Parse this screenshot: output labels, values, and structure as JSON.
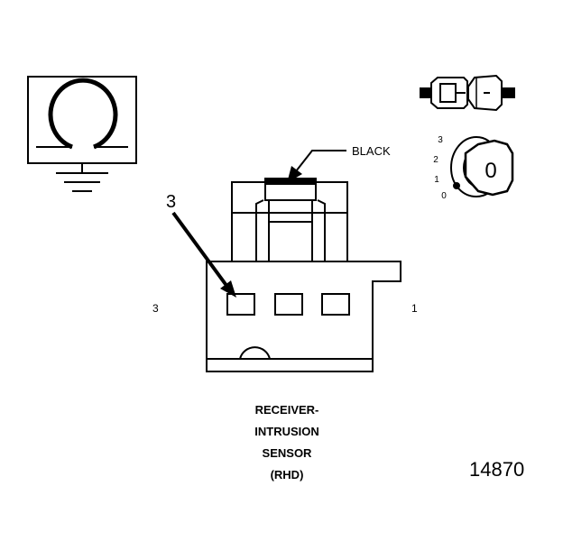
{
  "connector": {
    "wire_color_label": "BLACK",
    "callout_number": "3",
    "pin_left_label": "3",
    "pin_right_label": "1"
  },
  "key_icon": {
    "positions": [
      "3",
      "2",
      "1",
      "0"
    ],
    "key_text": "0"
  },
  "caption": {
    "lines": [
      "RECEIVER-",
      "INTRUSION",
      "SENSOR",
      "(RHD)"
    ]
  },
  "figure_number": "14870",
  "icons": [
    "ground-symbol-icon",
    "connector-plug-icon",
    "ignition-key-icon"
  ]
}
